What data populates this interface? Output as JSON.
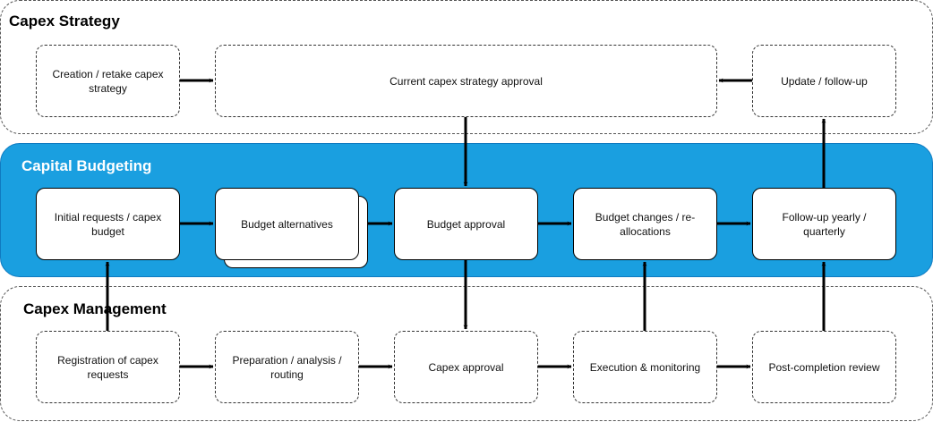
{
  "lanes": {
    "strategy": {
      "title": "Capex Strategy"
    },
    "budgeting": {
      "title": "Capital Budgeting"
    },
    "management": {
      "title": "Capex Management"
    }
  },
  "nodes": {
    "creation": "Creation / retake capex strategy",
    "current_approval": "Current capex strategy approval",
    "update": "Update / follow-up",
    "initial_requests": "Initial requests / capex budget",
    "alternatives": "Budget alternatives",
    "budget_approval": "Budget approval",
    "budget_changes": "Budget changes / re-allocations",
    "followup_yearly": "Follow-up yearly / quarterly",
    "registration": "Registration of capex requests",
    "preparation": "Preparation / analysis  / routing",
    "capex_approval": "Capex approval",
    "execution": "Execution & monitoring",
    "post_completion": "Post-completion review"
  },
  "colors": {
    "budgeting_fill": "#1a9fe0",
    "budgeting_border": "#0f7ac0",
    "lane_border": "#555555",
    "arrow": "#000000"
  }
}
